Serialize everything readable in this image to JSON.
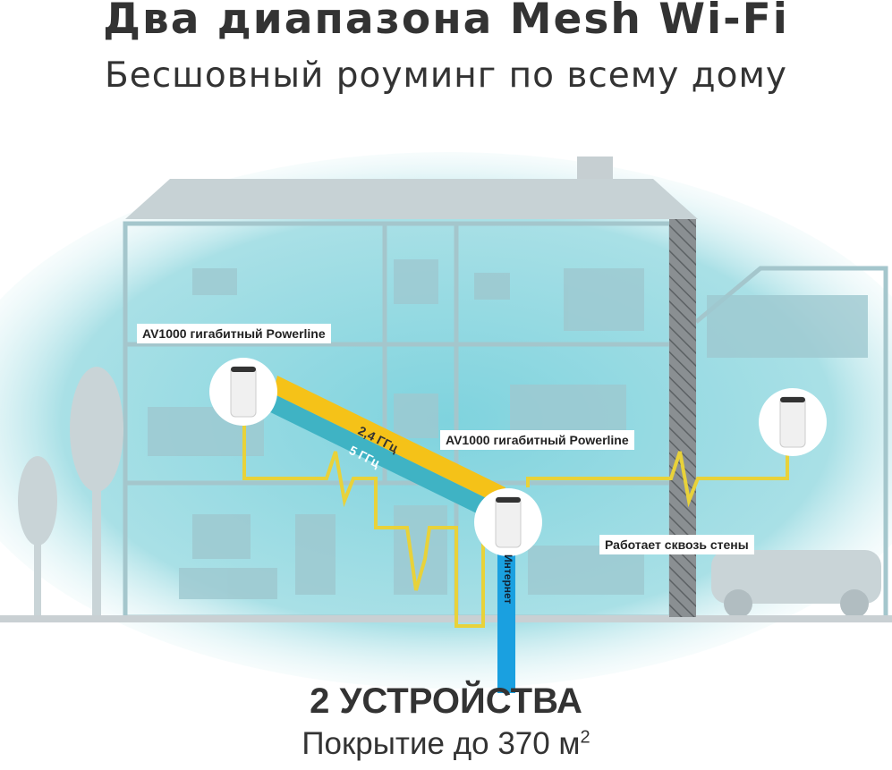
{
  "header": {
    "title": "Два диапазона Mesh Wi-Fi",
    "subtitle": "Бесшовный роуминг по всему дому"
  },
  "diagram": {
    "powerline_label_1": "AV1000 гигабитный Powerline",
    "powerline_label_2": "AV1000 гигабитный Powerline",
    "band_24": "2,4 ГГц",
    "band_5": "5 ГГц",
    "walls_label": "Работает сквозь стены",
    "internet_label": "Интернет",
    "colors": {
      "band_24": "#f5c218",
      "band_5": "#3fb3c4",
      "powerline": "#e8d23a",
      "internet": "#1aa0e0"
    }
  },
  "footer": {
    "devices": "2 УСТРОЙСТВА",
    "coverage": "Покрытие до 370 м",
    "coverage_sup": "2"
  }
}
